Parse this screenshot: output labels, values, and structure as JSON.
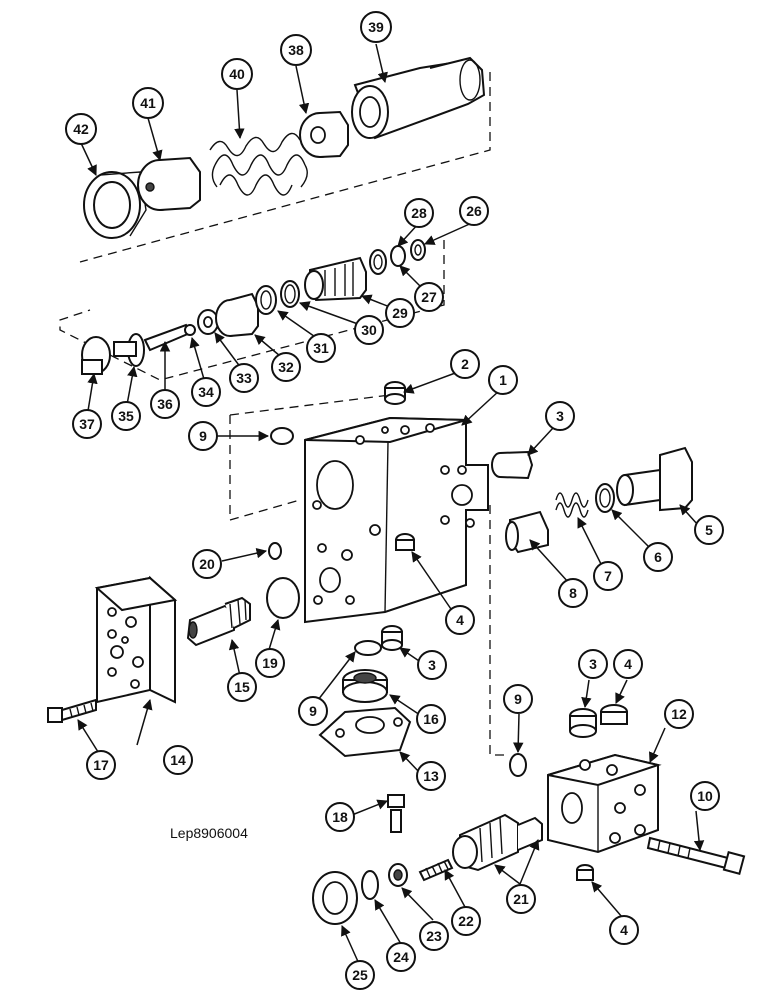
{
  "drawing_reference": "Lep8906004",
  "callouts": [
    "1",
    "2",
    "3",
    "3",
    "3",
    "4",
    "4",
    "4",
    "5",
    "6",
    "7",
    "8",
    "9",
    "9",
    "9",
    "10",
    "12",
    "13",
    "14",
    "15",
    "16",
    "17",
    "18",
    "19",
    "20",
    "21",
    "22",
    "23",
    "24",
    "25",
    "26",
    "27",
    "28",
    "29",
    "30",
    "31",
    "32",
    "33",
    "34",
    "35",
    "36",
    "37",
    "38",
    "39",
    "40",
    "41",
    "42"
  ],
  "colors": {
    "line": "#111111",
    "background": "#ffffff",
    "shading": "#cfcfcf"
  }
}
